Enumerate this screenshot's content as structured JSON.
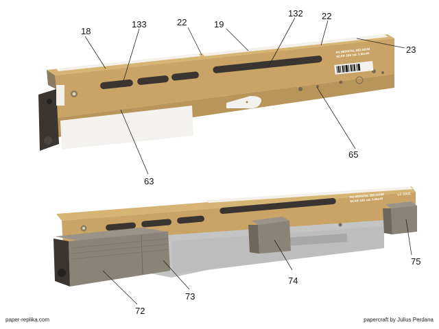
{
  "callouts": {
    "c18": "18",
    "c133": "133",
    "c22a": "22",
    "c19": "19",
    "c132": "132",
    "c22b": "22",
    "c23": "23",
    "c65": "65",
    "c63": "63",
    "c75": "75",
    "c74": "74",
    "c73": "73",
    "c72": "72"
  },
  "markings": {
    "top_line1": "FN HERSTAL BELGIUM",
    "top_line2": "SCAR 16S cal. 5.56x45",
    "bottom_line1": "FN HERSTAL BELGIUM",
    "bottom_line2": "SCAR 16S cal. 5.56x45",
    "serial": "LC 11011"
  },
  "footer": {
    "left": "paper-replika.com",
    "right": "papercraft by Julius Perdana"
  },
  "colors": {
    "tan_top": "#d8b878",
    "tan_side": "#c9a466",
    "tan_dark": "#a88548",
    "slot": "#3a3530",
    "grey_block": "#8a8478",
    "grey_light": "#c0c0c0"
  }
}
